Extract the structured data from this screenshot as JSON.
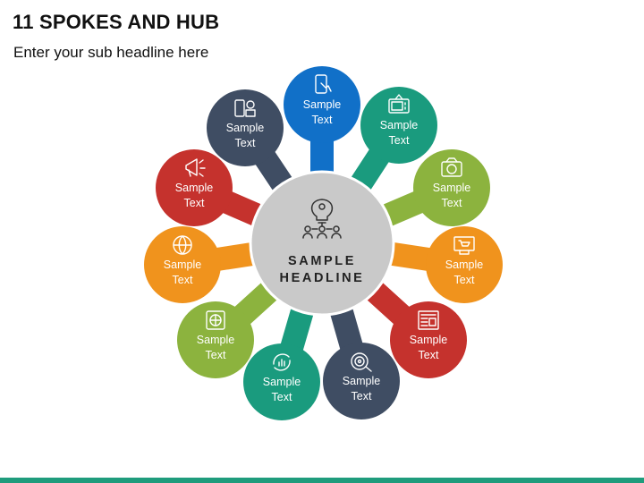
{
  "header": {
    "title": "11 SPOKES AND HUB",
    "subtitle": "Enter your sub headline here"
  },
  "hub": {
    "line1": "SAMPLE",
    "line2": "HEADLINE",
    "icon": "idea-team-network-icon",
    "color": "#c9c9c9"
  },
  "spokes": [
    {
      "line1": "Sample",
      "line2": "Text",
      "color": "#1170c8",
      "icon": "phone-touch-icon"
    },
    {
      "line1": "Sample",
      "line2": "Text",
      "color": "#1a9b7e",
      "icon": "tv-icon"
    },
    {
      "line1": "Sample",
      "line2": "Text",
      "color": "#8cb33e",
      "icon": "radio-icon"
    },
    {
      "line1": "Sample",
      "line2": "Text",
      "color": "#f0931d",
      "icon": "shopping-cart-screen-icon"
    },
    {
      "line1": "Sample",
      "line2": "Text",
      "color": "#c5322d",
      "icon": "newspaper-icon"
    },
    {
      "line1": "Sample",
      "line2": "Text",
      "color": "#3f4d63",
      "icon": "target-search-icon"
    },
    {
      "line1": "Sample",
      "line2": "Text",
      "color": "#1a9b7e",
      "icon": "refresh-chart-icon"
    },
    {
      "line1": "Sample",
      "line2": "Text",
      "color": "#8cb33e",
      "icon": "globe-settings-icon"
    },
    {
      "line1": "Sample",
      "line2": "Text",
      "color": "#f0931d",
      "icon": "globe-network-icon"
    },
    {
      "line1": "Sample",
      "line2": "Text",
      "color": "#c5322d",
      "icon": "megaphone-icon"
    },
    {
      "line1": "Sample",
      "line2": "Text",
      "color": "#3f4d63",
      "icon": "mobile-marketing-icon"
    }
  ],
  "footer": {
    "color": "#1f9c7c"
  }
}
